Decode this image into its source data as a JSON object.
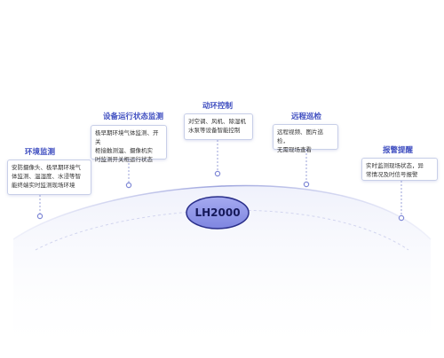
{
  "center": {
    "label": "LH2000"
  },
  "nodes": [
    {
      "id": "env",
      "title": "环境监测",
      "lines": [
        "安防摄像头、极早期环境气",
        "体监测、温湿度、水浸等智",
        "能终端实时监测现场环境"
      ]
    },
    {
      "id": "equip",
      "title": "设备运行状态监测",
      "lines": [
        "极早期环境气体监测、开关",
        "柜接触测温、摄像机实",
        "时监测开关柜运行状态"
      ]
    },
    {
      "id": "power",
      "title": "动环控制",
      "lines": [
        "对空调、风机、除湿机",
        "水泵等设备智能控制"
      ]
    },
    {
      "id": "remote",
      "title": "远程巡检",
      "lines": [
        "远程视频、图片巡检，",
        "无需现场查看"
      ]
    },
    {
      "id": "alarm",
      "title": "报警提醒",
      "lines": [
        "实时监测现场状态，异",
        "常情况及时信号报警"
      ]
    }
  ],
  "colors": {
    "accent": "#3f4ec0",
    "center_fill": "#8d94e6",
    "arc": "#b8bce6",
    "connector": "#9aa2d8"
  }
}
